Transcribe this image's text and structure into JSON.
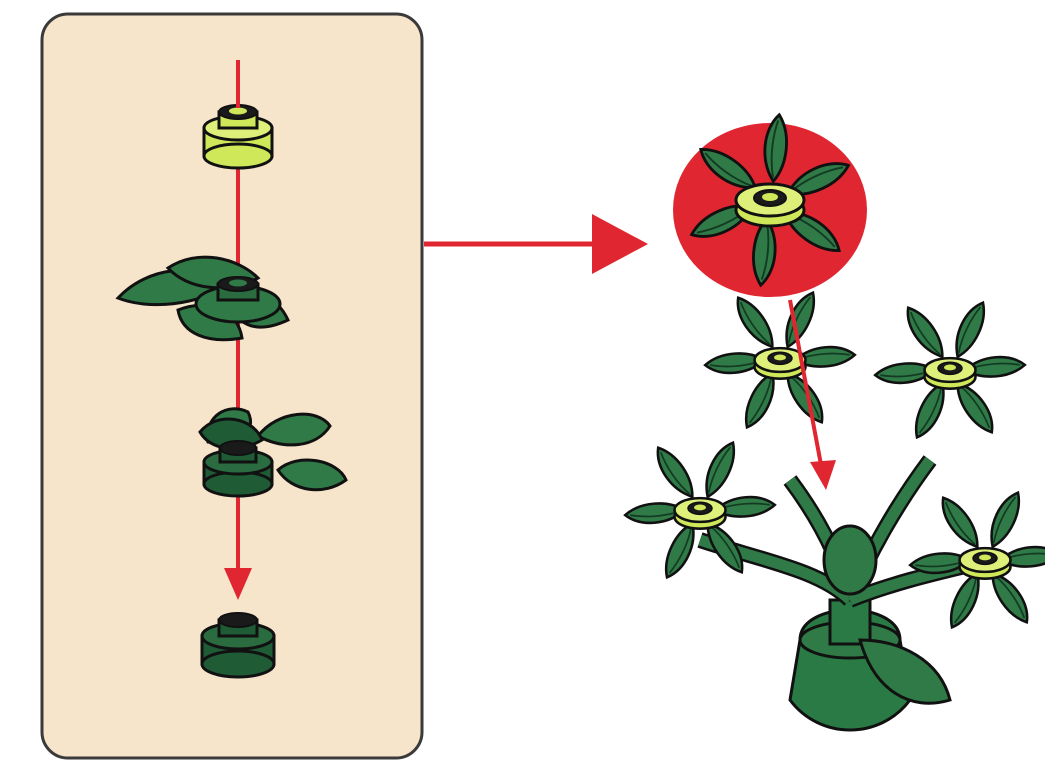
{
  "diagram": {
    "type": "lego-building-instruction",
    "text_labels": [],
    "subassembly_panel": {
      "background": "#f6e4cb",
      "border": "#3a3a3a",
      "parts_top_to_bottom": [
        "round-plate-1x1-lime",
        "plant-leaves-dark-green",
        "plant-leaves-dark-green",
        "round-plate-1x1-dark-green"
      ]
    },
    "result": {
      "highlighted_flower_color": "#2f7a46",
      "plant_stem_color": "#2a7a45",
      "flower_center_color": "#cfe85a",
      "flower_count": 4
    },
    "colors": {
      "arrow": "#e02630",
      "outline": "#111111",
      "dark_green": "#1f5c36",
      "leaf_green": "#2f7a46",
      "lime": "#cfe85a"
    },
    "icons": [
      "plate-icon",
      "leaf-icon",
      "arrow-icon"
    ]
  }
}
